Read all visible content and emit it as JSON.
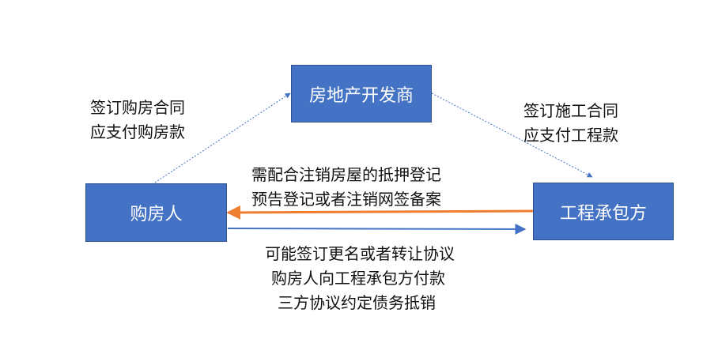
{
  "nodes": {
    "developer": "房地产开发商",
    "buyer": "购房人",
    "contractor": "工程承包方"
  },
  "labels": {
    "buyer_developer": [
      "签订购房合同",
      "应支付购房款"
    ],
    "developer_contractor": [
      "签订施工合同",
      "应支付工程款"
    ],
    "contractor_buyer": [
      "需配合注销房屋的抵押登记",
      "预告登记或者注销网签备案"
    ],
    "buyer_contractor": [
      "可能签订更名或者转让协议",
      "购房人向工程承包方付款",
      "三方协议约定债务抵销"
    ]
  },
  "colors": {
    "box_fill": "#4472c4",
    "box_text": "#ffffff",
    "dotted_arrow": "#4472c4",
    "orange_arrow": "#ed7d31",
    "blue_arrow": "#4472c4"
  }
}
